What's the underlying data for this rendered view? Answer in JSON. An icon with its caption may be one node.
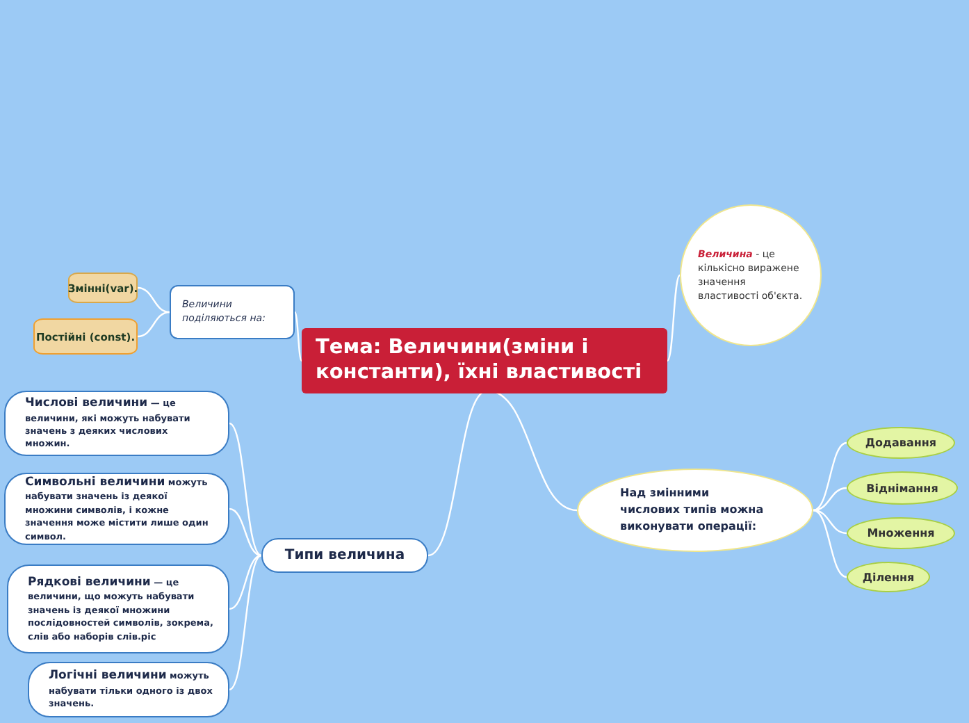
{
  "diagram": {
    "nodes": [
      {
        "text": [
          "Тема: Величини(зміни і константи), їхні властивості"
        ]
      },
      {
        "text": [
          "*Величина* - це кількісно виражене значення властивості об'єкта."
        ]
      },
      {
        "text": [
          "Величини поділяються на:"
        ]
      },
      {
        "text": [
          "Змінні(var)."
        ]
      },
      {
        "text": [
          "Постійні (const)."
        ]
      },
      {
        "text": [
          "Типи величина"
        ]
      },
      {
        "text": [
          "**Числові величини** — це величини, які можуть набувати значень з деяких числових множин."
        ]
      },
      {
        "text": [
          "**Символьні величини** можуть набувати значень із деякої множини символів, і кожне значення може містити лише один символ."
        ]
      },
      {
        "text": [
          "**Рядкові величини** — це величини, що можуть набувати значень із деякої множини послідовностей символів, зокрема, слів або наборів слів.pic"
        ]
      },
      {
        "text": [
          "**Логічні величини** можуть набувати тільки одного із двох значень."
        ]
      },
      {
        "text": [
          "Над змінними числових типів можна виконувати операції:"
        ]
      },
      {
        "text": [
          "Додавання"
        ]
      },
      {
        "text": [
          "Віднімання"
        ]
      },
      {
        "text": [
          "Множення"
        ]
      },
      {
        "text": [
          "Ділення"
        ]
      }
    ],
    "edges": [
      {
        "from": 0,
        "to": 1,
        "arrow": "none"
      },
      {
        "from": 0,
        "to": 2,
        "arrow": "none"
      },
      {
        "from": 2,
        "to": 3,
        "arrow": "none"
      },
      {
        "from": 2,
        "to": 4,
        "arrow": "none"
      },
      {
        "from": 0,
        "to": 5,
        "arrow": "none"
      },
      {
        "from": 5,
        "to": 6,
        "arrow": "none"
      },
      {
        "from": 5,
        "to": 7,
        "arrow": "none"
      },
      {
        "from": 5,
        "to": 8,
        "arrow": "none"
      },
      {
        "from": 5,
        "to": 9,
        "arrow": "none"
      },
      {
        "from": 0,
        "to": 10,
        "arrow": "none"
      },
      {
        "from": 10,
        "to": 11,
        "arrow": "none"
      },
      {
        "from": 10,
        "to": 12,
        "arrow": "none"
      },
      {
        "from": 10,
        "to": 13,
        "arrow": "none"
      },
      {
        "from": 10,
        "to": 14,
        "arrow": "none"
      }
    ]
  }
}
